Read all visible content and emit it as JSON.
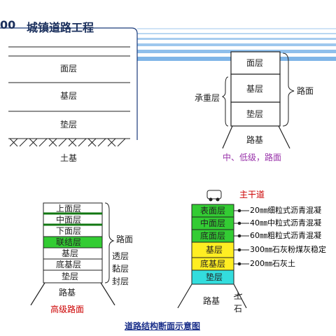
{
  "title": {
    "code": "00",
    "text": "城镇道路工程"
  },
  "left_top": {
    "layers": [
      "面层",
      "基层",
      "垫层"
    ],
    "soil": "土基"
  },
  "right_top": {
    "layers": [
      "面层",
      "基层",
      "垫层"
    ],
    "bearing": "承重层",
    "pavement": "路面",
    "subgrade": "路基",
    "caption": "中、低级，路面"
  },
  "left_bottom": {
    "layers": [
      "上面层",
      "中面层",
      "下面层",
      "联结层",
      "基层",
      "底基层",
      "垫层"
    ],
    "pavement": "路面",
    "functions": [
      "透层",
      "黏层",
      "封层"
    ],
    "subgrade": "路基",
    "caption": "高级路面"
  },
  "right_bottom": {
    "road_type": "主干道",
    "layers": [
      "表面层",
      "中面层",
      "底面层",
      "基层",
      "底基层",
      "垫层"
    ],
    "materials": [
      "20㎜细粒式沥青混凝",
      "40㎜中粒式沥青混凝",
      "60㎜粗粒式沥青混凝",
      "300㎜石灰粉煤灰稳定",
      "200㎜石灰土"
    ],
    "subgrade": "路基",
    "soil": "土石"
  },
  "bottom_caption": "道路结构断面示意图",
  "colors": {
    "green": "#33cc33",
    "yellow": "#ffee22",
    "cyan": "#33dddd",
    "title": "#1a2f5c",
    "blue_stripes": "#9ec8ee"
  }
}
